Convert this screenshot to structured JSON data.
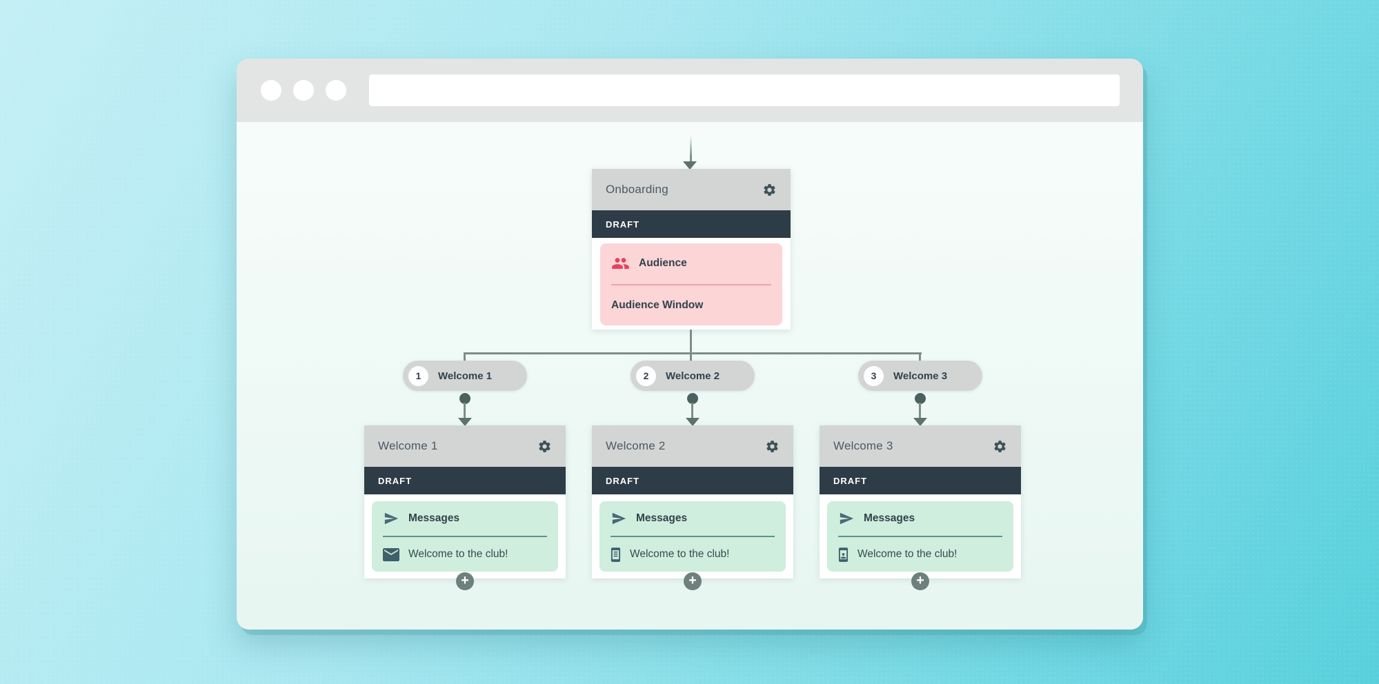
{
  "browser": {
    "url_value": "",
    "window_controls": [
      "window-dot",
      "window-dot",
      "window-dot"
    ]
  },
  "flow": {
    "root_card": {
      "title": "Onboarding",
      "status_badge": "DRAFT",
      "section": {
        "label": "Audience",
        "item": "Audience Window",
        "icon": "audience-people-icon"
      }
    },
    "branch_pills": [
      {
        "number": "1",
        "label": "Welcome 1"
      },
      {
        "number": "2",
        "label": "Welcome 2"
      },
      {
        "number": "3",
        "label": "Welcome 3"
      }
    ],
    "branch_cards": [
      {
        "title": "Welcome 1",
        "status_badge": "DRAFT",
        "section": {
          "label": "Messages",
          "item": "Welcome to the club!",
          "label_icon": "paper-plane-icon",
          "channel_icon": "envelope-icon"
        }
      },
      {
        "title": "Welcome 2",
        "status_badge": "DRAFT",
        "section": {
          "label": "Messages",
          "item": "Welcome to the club!",
          "label_icon": "paper-plane-icon",
          "channel_icon": "phone-sms-icon"
        }
      },
      {
        "title": "Welcome 3",
        "status_badge": "DRAFT",
        "section": {
          "label": "Messages",
          "item": "Welcome to the club!",
          "label_icon": "paper-plane-icon",
          "channel_icon": "phone-push-icon"
        }
      }
    ],
    "add_button_label": "+"
  },
  "colors": {
    "background_gradient": [
      "#c4eff5",
      "#58d0dd"
    ],
    "chrome_bar": "#e3e4e4",
    "card_header": "#d3d5d5",
    "draft_bar": "#2e3c47",
    "audience_box": "#fcd5d7",
    "audience_divider": "#eda3aa",
    "audience_icon": "#e4425d",
    "messages_box": "#cfeedd",
    "messages_divider": "#5d928d",
    "connector_line": "#7d8d89",
    "connector_dot": "#4a615d",
    "text_dark": "#31424c",
    "add_button": "#6e807c"
  }
}
